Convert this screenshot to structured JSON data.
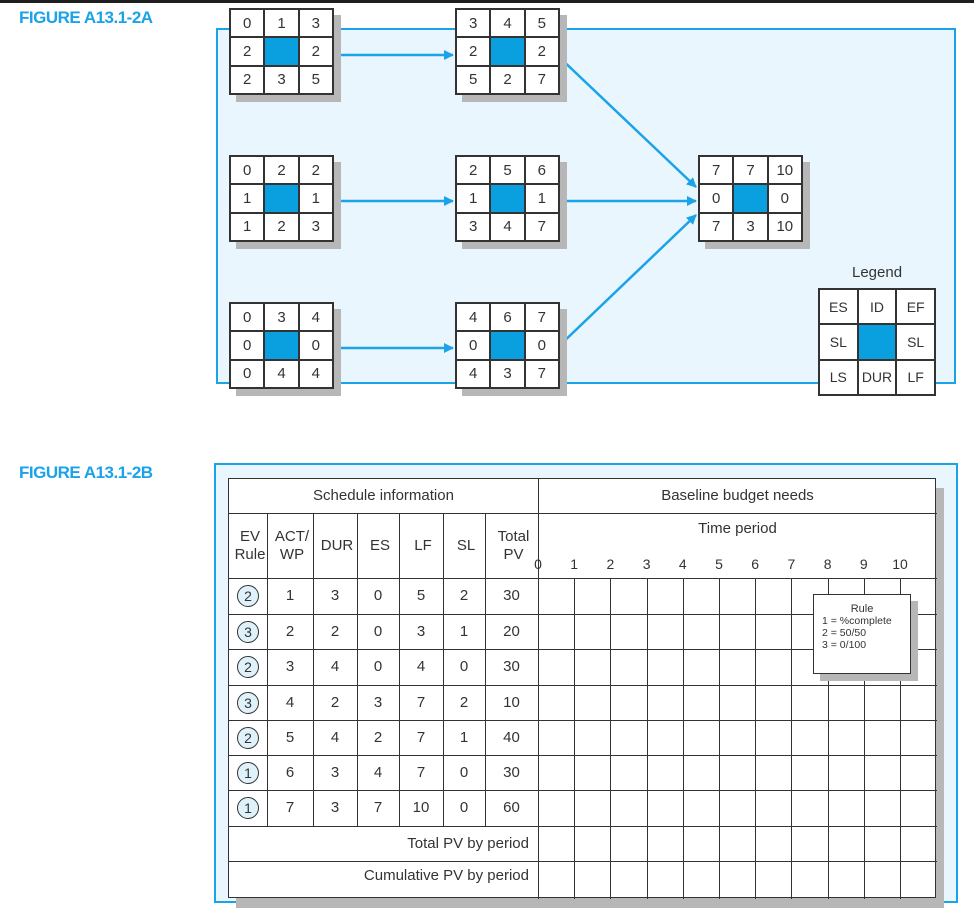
{
  "figures": {
    "a_label": "FIGURE A13.1-2A",
    "b_label": "FIGURE A13.1-2B"
  },
  "colors": {
    "accent": "#1aa3e8",
    "node_fill": "#0aa0e0",
    "panel_bg": "#eaf6fd"
  },
  "network": {
    "nodes": [
      {
        "id": "n1",
        "cells": [
          "0",
          "1",
          "3",
          "2",
          "",
          "2",
          "2",
          "3",
          "5"
        ]
      },
      {
        "id": "n2",
        "cells": [
          "3",
          "4",
          "5",
          "2",
          "",
          "2",
          "5",
          "2",
          "7"
        ]
      },
      {
        "id": "n3",
        "cells": [
          "0",
          "2",
          "2",
          "1",
          "",
          "1",
          "1",
          "2",
          "3"
        ]
      },
      {
        "id": "n4",
        "cells": [
          "2",
          "5",
          "6",
          "1",
          "",
          "1",
          "3",
          "4",
          "7"
        ]
      },
      {
        "id": "n5",
        "cells": [
          "0",
          "3",
          "4",
          "0",
          "",
          "0",
          "0",
          "4",
          "4"
        ]
      },
      {
        "id": "n6",
        "cells": [
          "4",
          "6",
          "7",
          "0",
          "",
          "0",
          "4",
          "3",
          "7"
        ]
      },
      {
        "id": "n7",
        "cells": [
          "7",
          "7",
          "10",
          "0",
          "",
          "0",
          "7",
          "3",
          "10"
        ]
      }
    ],
    "legend": {
      "title": "Legend",
      "cells": [
        "ES",
        "ID",
        "EF",
        "SL",
        "",
        "SL",
        "LS",
        "DUR",
        "LF"
      ]
    }
  },
  "table": {
    "schedule_header": "Schedule information",
    "budget_header": "Baseline budget needs",
    "time_period_label": "Time period",
    "columns": {
      "ev_rule": "EV Rule",
      "act_wp": "ACT/ WP",
      "dur": "DUR",
      "es": "ES",
      "lf": "LF",
      "sl": "SL",
      "total_pv": "Total PV"
    },
    "periods": [
      "0",
      "1",
      "2",
      "3",
      "4",
      "5",
      "6",
      "7",
      "8",
      "9",
      "10"
    ],
    "rows": [
      {
        "rule": "2",
        "act": "1",
        "dur": "3",
        "es": "0",
        "lf": "5",
        "sl": "2",
        "pv": "30"
      },
      {
        "rule": "3",
        "act": "2",
        "dur": "2",
        "es": "0",
        "lf": "3",
        "sl": "1",
        "pv": "20"
      },
      {
        "rule": "2",
        "act": "3",
        "dur": "4",
        "es": "0",
        "lf": "4",
        "sl": "0",
        "pv": "30"
      },
      {
        "rule": "3",
        "act": "4",
        "dur": "2",
        "es": "3",
        "lf": "7",
        "sl": "2",
        "pv": "10"
      },
      {
        "rule": "2",
        "act": "5",
        "dur": "4",
        "es": "2",
        "lf": "7",
        "sl": "1",
        "pv": "40"
      },
      {
        "rule": "1",
        "act": "6",
        "dur": "3",
        "es": "4",
        "lf": "7",
        "sl": "0",
        "pv": "30"
      },
      {
        "rule": "1",
        "act": "7",
        "dur": "3",
        "es": "7",
        "lf": "10",
        "sl": "0",
        "pv": "60"
      }
    ],
    "total_pv_label": "Total PV by period",
    "cumulative_pv_label": "Cumulative PV by period",
    "rule_box": {
      "title": "Rule",
      "lines": [
        "1 = %complete",
        "2 = 50/50",
        "3 = 0/100"
      ]
    }
  }
}
